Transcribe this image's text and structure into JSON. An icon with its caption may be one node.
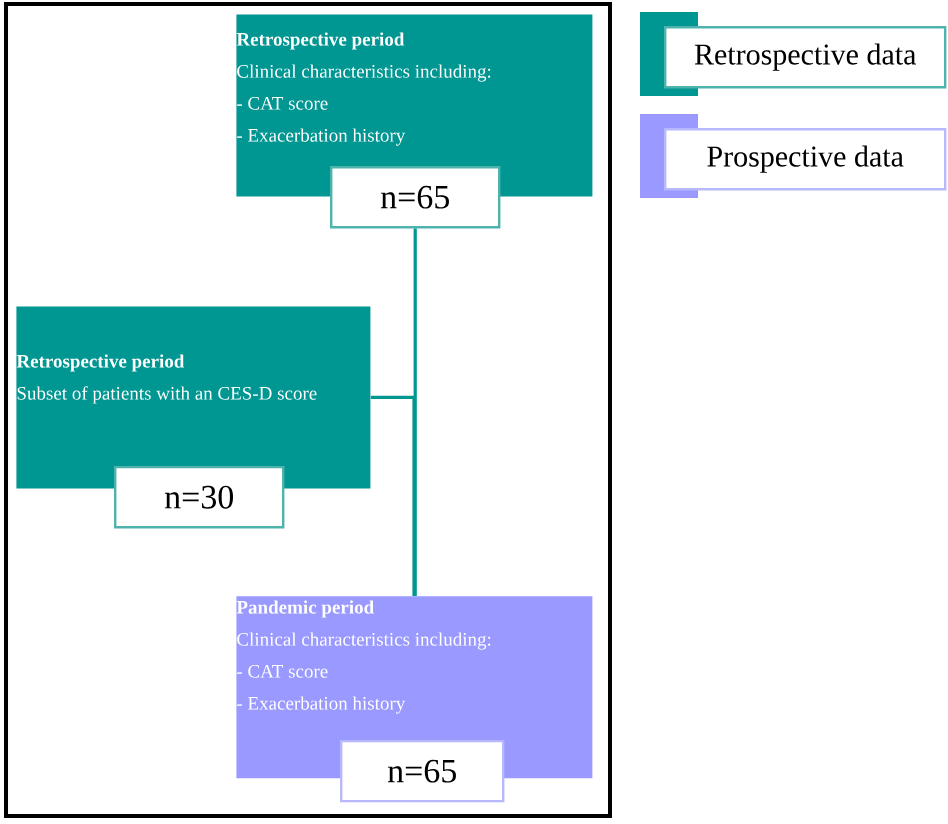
{
  "diagram": {
    "nodes": [
      {
        "text": [
          "Retrospective period",
          "Clinical characteristics including:",
          "- CAT score",
          "- Exacerbation history"
        ]
      },
      {
        "text": [
          "n=65"
        ]
      },
      {
        "text": [
          "Retrospective period",
          "Subset of patients with an CES-D score"
        ]
      },
      {
        "text": [
          "n=30"
        ]
      },
      {
        "text": [
          "Pandemic period",
          "Clinical characteristics including:",
          "- CAT score",
          "- Exacerbation history"
        ]
      },
      {
        "text": [
          "n=65"
        ]
      }
    ],
    "edges": [
      {
        "from": 1,
        "to": 4,
        "arrow": "none"
      },
      {
        "from": 2,
        "to": 4,
        "arrow": "none"
      }
    ],
    "legend": [
      {
        "text": "Retrospective data",
        "color": "#009691"
      },
      {
        "text": "Prospective data",
        "color": "#9999ff"
      }
    ]
  }
}
